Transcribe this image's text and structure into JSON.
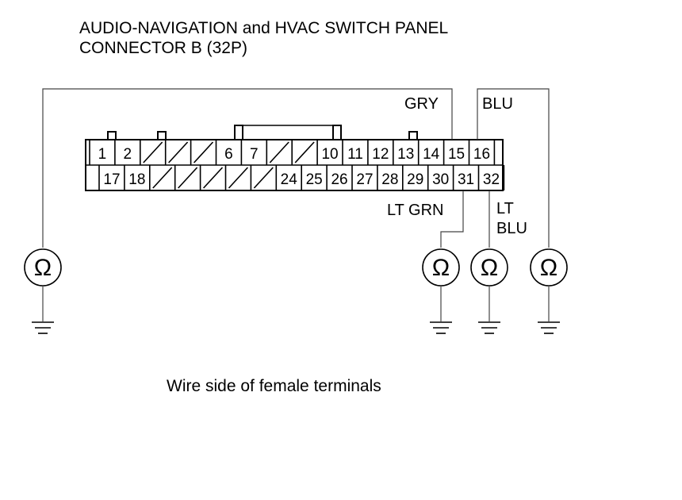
{
  "title": {
    "line1": "AUDIO-NAVIGATION and HVAC SWITCH PANEL",
    "line2": "CONNECTOR B (32P)"
  },
  "connector": {
    "top_row": [
      "1",
      "2",
      "",
      "",
      "",
      "6",
      "7",
      "",
      "",
      "10",
      "11",
      "12",
      "13",
      "14",
      "15",
      "16"
    ],
    "bottom_row": [
      "17",
      "18",
      "",
      "",
      "",
      "",
      "",
      "24",
      "25",
      "26",
      "27",
      "28",
      "29",
      "30",
      "31",
      "32"
    ]
  },
  "wires": {
    "gry": "GRY",
    "blu": "BLU",
    "lt_grn": "LT GRN",
    "lt_blu_line1": "LT",
    "lt_blu_line2": "BLU"
  },
  "meter_symbol": "Ω",
  "caption": "Wire side of female terminals",
  "icons": {
    "meter": "ohmmeter-icon",
    "ground": "ground-icon"
  }
}
